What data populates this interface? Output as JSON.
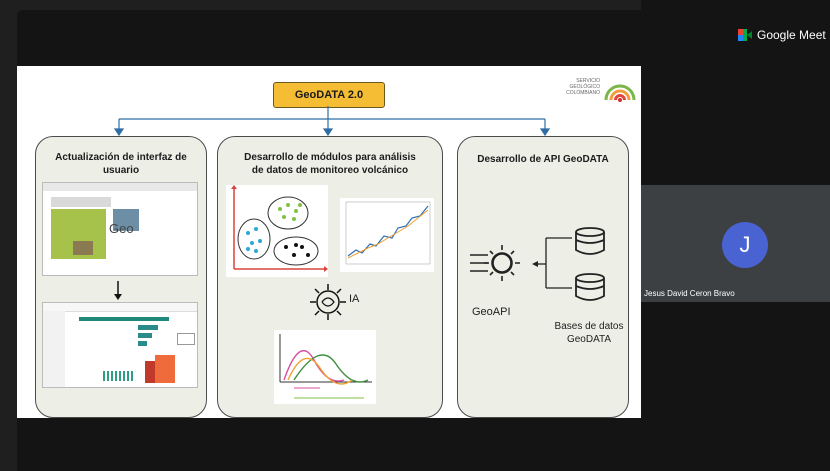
{
  "meeting": {
    "brand_name": "Google Meet",
    "participant_initial": "J",
    "participant_name": "Jesus David Ceron Bravo"
  },
  "slide": {
    "title": "GeoDATA 2.0",
    "logo_text": [
      "SERVICIO",
      "GEOLÓGICO",
      "COLOMBIANO"
    ],
    "panels": [
      {
        "title_lines": [
          "Actualización de interfaz de",
          "usuario"
        ],
        "screenshot_logo": "Geo"
      },
      {
        "title_lines": [
          "Desarrollo de módulos para análisis",
          "de datos de monitoreo volcánico"
        ],
        "ia_label": "IA"
      },
      {
        "title_lines": [
          "Desarrollo de API GeoDATA"
        ],
        "api_label": "GeoAPI",
        "db_label_lines": [
          "Bases de datos",
          "GeoDATA"
        ]
      }
    ]
  },
  "colors": {
    "accent": "#f5bd34",
    "arrow": "#2e6da4",
    "panel_bg": "#edeee6",
    "avatar": "#4a63d2"
  }
}
